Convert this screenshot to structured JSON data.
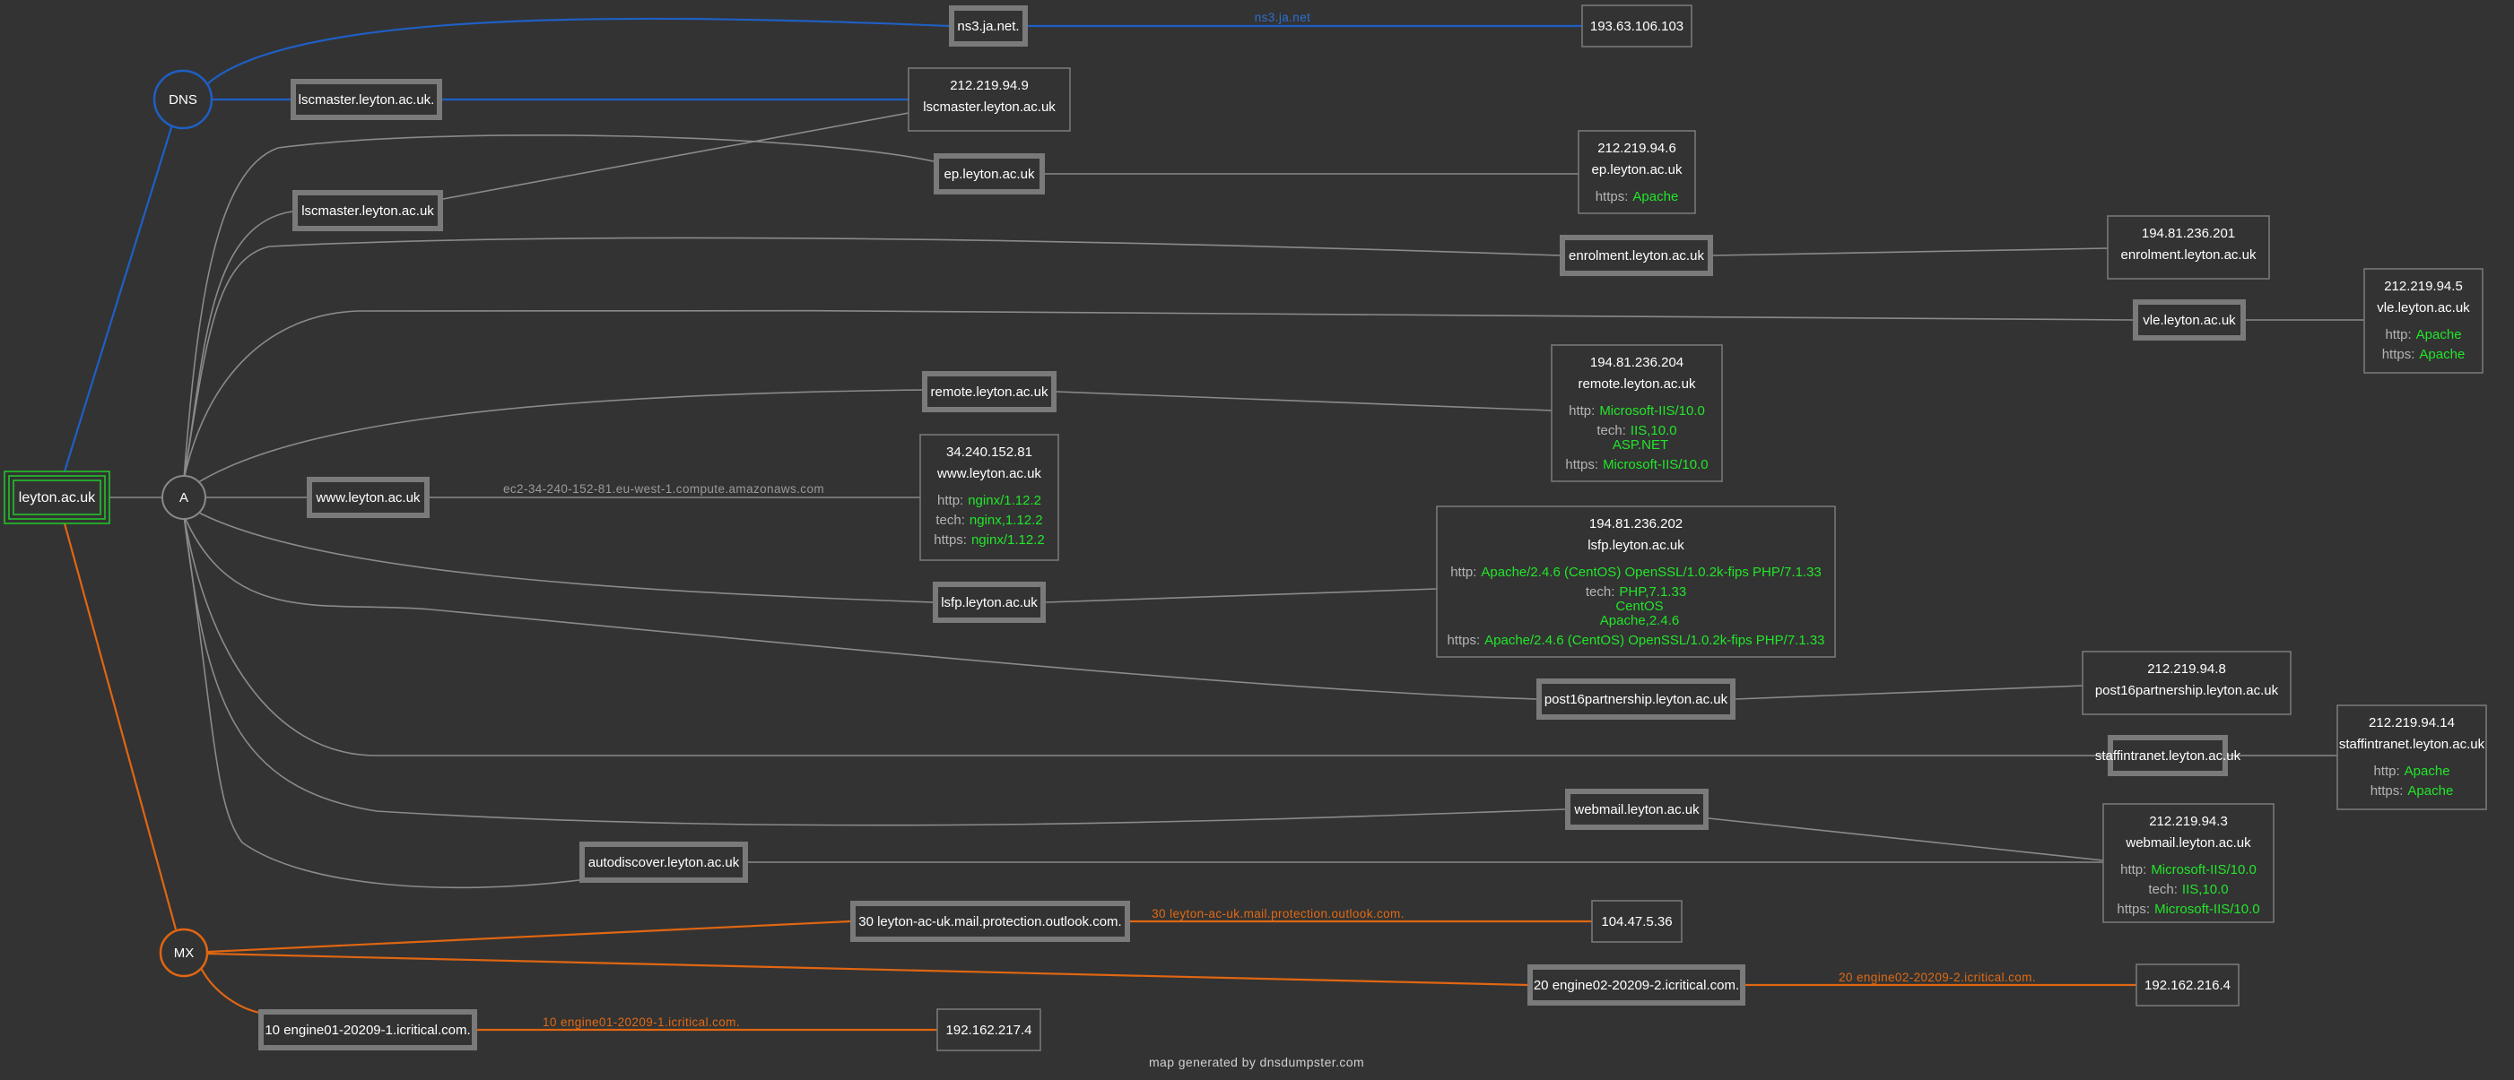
{
  "root": {
    "label": "leyton.ac.uk"
  },
  "groups": {
    "dns": "DNS",
    "a": "A",
    "mx": "MX"
  },
  "dns_records": [
    {
      "host": "ns3.ja.net.",
      "edge_label": "ns3.ja.net",
      "ip": "193.63.106.103"
    },
    {
      "host": "lscmaster.leyton.ac.uk.",
      "ip": "212.219.94.9",
      "ip_host": "lscmaster.leyton.ac.uk"
    }
  ],
  "a_records": [
    {
      "host": "lscmaster.leyton.ac.uk"
    },
    {
      "host": "ep.leyton.ac.uk",
      "ip": "212.219.94.6",
      "ip_host": "ep.leyton.ac.uk",
      "banners": [
        {
          "key": "https:",
          "val": "Apache"
        }
      ]
    },
    {
      "host": "enrolment.leyton.ac.uk",
      "ip": "194.81.236.201",
      "ip_host": "enrolment.leyton.ac.uk"
    },
    {
      "host": "vle.leyton.ac.uk",
      "ip": "212.219.94.5",
      "ip_host": "vle.leyton.ac.uk",
      "banners": [
        {
          "key": "http:",
          "val": "Apache"
        },
        {
          "key": "https:",
          "val": "Apache"
        }
      ]
    },
    {
      "host": "remote.leyton.ac.uk",
      "ip": "194.81.236.204",
      "ip_host": "remote.leyton.ac.uk",
      "banners": [
        {
          "key": "http:",
          "val": "Microsoft-IIS/10.0"
        },
        {
          "key": "tech:",
          "val": "IIS,10.0",
          "extra": [
            "ASP.NET"
          ]
        },
        {
          "key": "https:",
          "val": "Microsoft-IIS/10.0"
        }
      ]
    },
    {
      "host": "www.leyton.ac.uk",
      "edge_label": "ec2-34-240-152-81.eu-west-1.compute.amazonaws.com",
      "ip": "34.240.152.81",
      "ip_host": "www.leyton.ac.uk",
      "banners": [
        {
          "key": "http:",
          "val": "nginx/1.12.2"
        },
        {
          "key": "tech:",
          "val": "nginx,1.12.2"
        },
        {
          "key": "https:",
          "val": "nginx/1.12.2"
        }
      ]
    },
    {
      "host": "lsfp.leyton.ac.uk",
      "ip": "194.81.236.202",
      "ip_host": "lsfp.leyton.ac.uk",
      "banners": [
        {
          "key": "http:",
          "val": "Apache/2.4.6 (CentOS) OpenSSL/1.0.2k-fips PHP/7.1.33"
        },
        {
          "key": "tech:",
          "val": "PHP,7.1.33",
          "extra": [
            "CentOS",
            "Apache,2.4.6"
          ]
        },
        {
          "key": "https:",
          "val": "Apache/2.4.6 (CentOS) OpenSSL/1.0.2k-fips PHP/7.1.33"
        }
      ]
    },
    {
      "host": "post16partnership.leyton.ac.uk",
      "ip": "212.219.94.8",
      "ip_host": "post16partnership.leyton.ac.uk"
    },
    {
      "host": "staffintranet.leyton.ac.uk",
      "ip": "212.219.94.14",
      "ip_host": "staffintranet.leyton.ac.uk",
      "banners": [
        {
          "key": "http:",
          "val": "Apache"
        },
        {
          "key": "https:",
          "val": "Apache"
        }
      ]
    },
    {
      "host": "webmail.leyton.ac.uk",
      "ip": "212.219.94.3",
      "ip_host": "webmail.leyton.ac.uk",
      "banners": [
        {
          "key": "http:",
          "val": "Microsoft-IIS/10.0"
        },
        {
          "key": "tech:",
          "val": "IIS,10.0"
        },
        {
          "key": "https:",
          "val": "Microsoft-IIS/10.0"
        }
      ]
    },
    {
      "host": "autodiscover.leyton.ac.uk"
    }
  ],
  "mx_records": [
    {
      "host": "30 leyton-ac-uk.mail.protection.outlook.com.",
      "edge_label": "30 leyton-ac-uk.mail.protection.outlook.com.",
      "ip": "104.47.5.36"
    },
    {
      "host": "20 engine02-20209-2.icritical.com.",
      "edge_label": "20 engine02-20209-2.icritical.com.",
      "ip": "192.162.216.4"
    },
    {
      "host": "10 engine01-20209-1.icritical.com.",
      "edge_label": "10 engine01-20209-1.icritical.com.",
      "ip": "192.162.217.4"
    }
  ],
  "footer": "map generated by dnsdumpster.com",
  "colors": {
    "background": "#333333",
    "dns": "#1f5fc4",
    "mx": "#e06612",
    "root": "#22c32a",
    "banner": "#22e52a",
    "edge": "#8a8a8a"
  }
}
